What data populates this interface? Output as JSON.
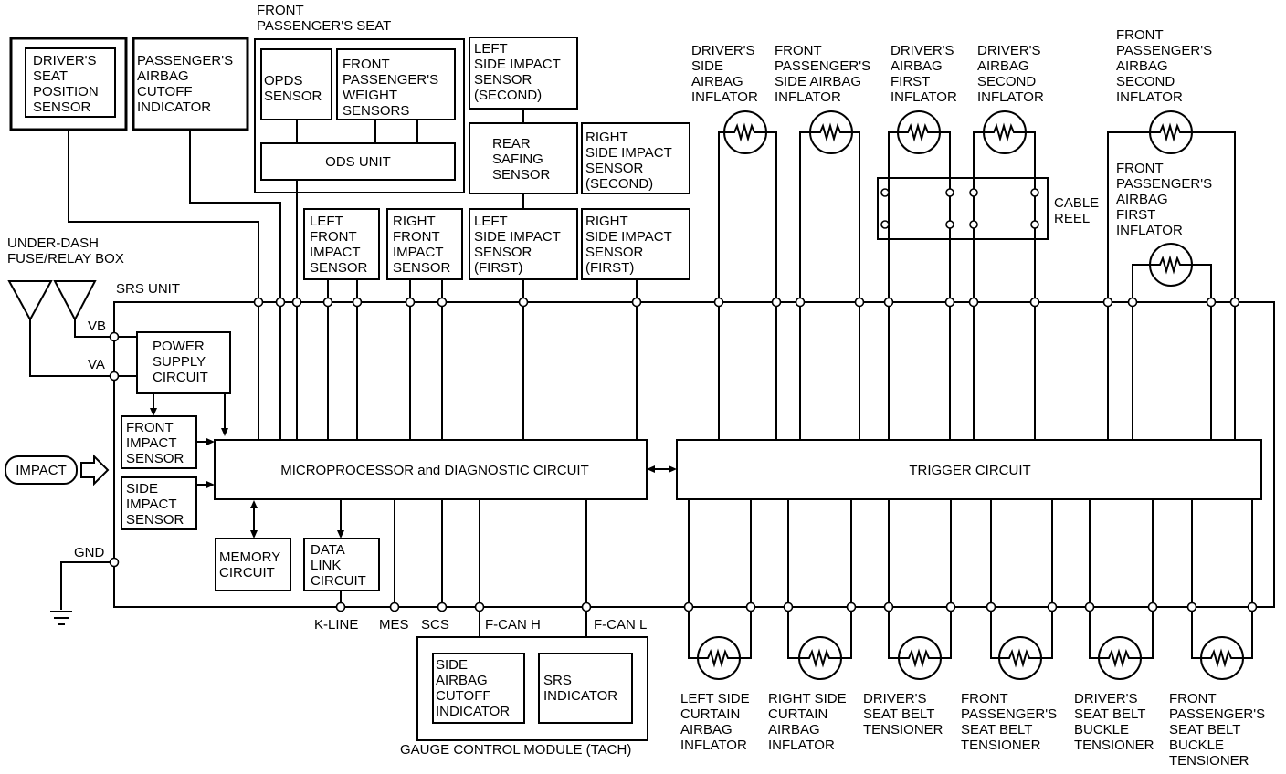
{
  "labels": {
    "front_passengers_seat": [
      "FRONT",
      "PASSENGER'S SEAT"
    ],
    "drivers_seat_position_sensor": [
      "DRIVER'S",
      "SEAT",
      "POSITION",
      "SENSOR"
    ],
    "passengers_airbag_cutoff_indicator": [
      "PASSENGER'S",
      "AIRBAG",
      "CUTOFF",
      "INDICATOR"
    ],
    "opds_sensor": [
      "OPDS",
      "SENSOR"
    ],
    "front_passengers_weight_sensors": [
      "FRONT",
      "PASSENGER'S",
      "WEIGHT",
      "SENSORS"
    ],
    "ods_unit": [
      "ODS UNIT"
    ],
    "left_side_impact_sensor_second": [
      "LEFT",
      "SIDE IMPACT",
      "SENSOR",
      "(SECOND)"
    ],
    "rear_safing_sensor": [
      "REAR",
      "SAFING",
      "SENSOR"
    ],
    "right_side_impact_sensor_second": [
      "RIGHT",
      "SIDE IMPACT",
      "SENSOR",
      "(SECOND)"
    ],
    "left_front_impact_sensor": [
      "LEFT",
      "FRONT",
      "IMPACT",
      "SENSOR"
    ],
    "right_front_impact_sensor": [
      "RIGHT",
      "FRONT",
      "IMPACT",
      "SENSOR"
    ],
    "left_side_impact_sensor_first": [
      "LEFT",
      "SIDE IMPACT",
      "SENSOR",
      "(FIRST)"
    ],
    "right_side_impact_sensor_first": [
      "RIGHT",
      "SIDE IMPACT",
      "SENSOR",
      "(FIRST)"
    ],
    "drivers_side_airbag_inflator": [
      "DRIVER'S",
      "SIDE",
      "AIRBAG",
      "INFLATOR"
    ],
    "front_passengers_side_airbag_inflator": [
      "FRONT",
      "PASSENGER'S",
      "SIDE AIRBAG",
      "INFLATOR"
    ],
    "drivers_airbag_first_inflator": [
      "DRIVER'S",
      "AIRBAG",
      "FIRST",
      "INFLATOR"
    ],
    "drivers_airbag_second_inflator": [
      "DRIVER'S",
      "AIRBAG",
      "SECOND",
      "INFLATOR"
    ],
    "front_passengers_airbag_second_inflator": [
      "FRONT",
      "PASSENGER'S",
      "AIRBAG",
      "SECOND",
      "INFLATOR"
    ],
    "front_passengers_airbag_first_inflator": [
      "FRONT",
      "PASSENGER'S",
      "AIRBAG",
      "FIRST",
      "INFLATOR"
    ],
    "cable_reel": [
      "CABLE",
      "REEL"
    ],
    "under_dash_fuse_relay_box": [
      "UNDER-DASH",
      "FUSE/RELAY BOX"
    ],
    "srs_unit": [
      "SRS UNIT"
    ],
    "vb": [
      "VB"
    ],
    "va": [
      "VA"
    ],
    "gnd": [
      "GND"
    ],
    "power_supply_circuit": [
      "POWER",
      "SUPPLY",
      "CIRCUIT"
    ],
    "front_impact_sensor": [
      "FRONT",
      "IMPACT",
      "SENSOR"
    ],
    "side_impact_sensor": [
      "SIDE",
      "IMPACT",
      "SENSOR"
    ],
    "impact": [
      "IMPACT"
    ],
    "microprocessor_and_diagnostic_circuit": [
      "MICROPROCESSOR and DIAGNOSTIC CIRCUIT"
    ],
    "trigger_circuit": [
      "TRIGGER CIRCUIT"
    ],
    "memory_circuit": [
      "MEMORY",
      "CIRCUIT"
    ],
    "data_link_circuit": [
      "DATA",
      "LINK",
      "CIRCUIT"
    ],
    "k_line": [
      "K-LINE"
    ],
    "mes": [
      "MES"
    ],
    "scs": [
      "SCS"
    ],
    "f_can_h": [
      "F-CAN H"
    ],
    "f_can_l": [
      "F-CAN L"
    ],
    "side_airbag_cutoff_indicator": [
      "SIDE",
      "AIRBAG",
      "CUTOFF",
      "INDICATOR"
    ],
    "srs_indicator": [
      "SRS",
      "INDICATOR"
    ],
    "gauge_control_module": [
      "GAUGE CONTROL MODULE (TACH)"
    ],
    "left_side_curtain_airbag_inflator": [
      "LEFT SIDE",
      "CURTAIN",
      "AIRBAG",
      "INFLATOR"
    ],
    "right_side_curtain_airbag_inflator": [
      "RIGHT SIDE",
      "CURTAIN",
      "AIRBAG",
      "INFLATOR"
    ],
    "drivers_seat_belt_tensioner": [
      "DRIVER'S",
      "SEAT BELT",
      "TENSIONER"
    ],
    "front_passengers_seat_belt_tensioner": [
      "FRONT",
      "PASSENGER'S",
      "SEAT BELT",
      "TENSIONER"
    ],
    "drivers_seat_belt_buckle_tensioner": [
      "DRIVER'S",
      "SEAT BELT",
      "BUCKLE",
      "TENSIONER"
    ],
    "front_passengers_seat_belt_buckle_tensioner": [
      "FRONT",
      "PASSENGER'S",
      "SEAT BELT",
      "BUCKLE",
      "TENSIONER"
    ]
  }
}
